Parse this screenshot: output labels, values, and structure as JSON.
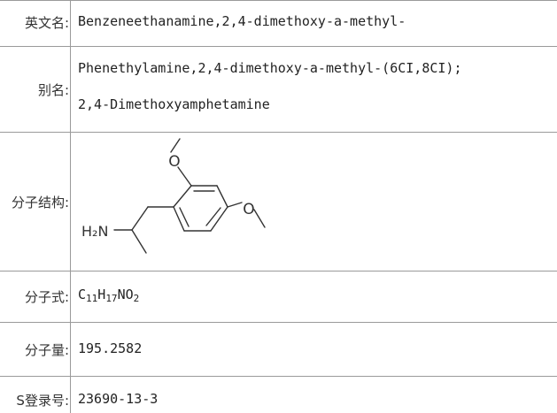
{
  "rows": {
    "english_name": {
      "label": "英文名:",
      "value": "Benzeneethanamine,2,4-dimethoxy-a-methyl-"
    },
    "alias": {
      "label": "别名:",
      "line1": "Phenethylamine,2,4-dimethoxy-a-methyl-(6CI,8CI);",
      "line2": "2,4-Dimethoxyamphetamine"
    },
    "structure": {
      "label": "分子结构:",
      "amine_label": "H₂N"
    },
    "formula": {
      "label": "分子式:",
      "c": "C",
      "c_sub": "11",
      "h": "H",
      "h_sub": "17",
      "n": "NO",
      "o_sub": "2"
    },
    "mass": {
      "label": "分子量:",
      "value": "195.2582"
    },
    "cas": {
      "label": "S登录号:",
      "value": "23690-13-3"
    }
  }
}
